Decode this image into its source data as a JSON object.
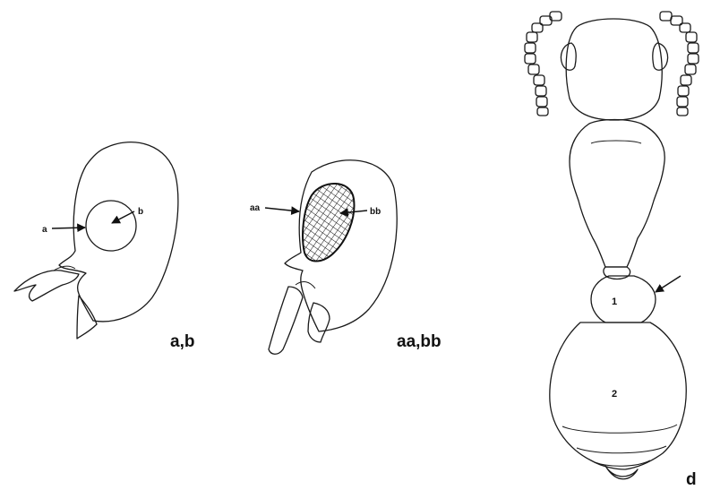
{
  "panels": {
    "head_a_b": {
      "pointer_a": "a",
      "pointer_b": "b",
      "caption": "a,b"
    },
    "head_aa_bb": {
      "pointer_aa": "aa",
      "pointer_bb": "bb",
      "caption": "aa,bb"
    },
    "full_body": {
      "segment_1": "1",
      "segment_2": "2",
      "caption": "d"
    }
  },
  "colors": {
    "ink": "#1a1a1a",
    "background": "#ffffff"
  }
}
